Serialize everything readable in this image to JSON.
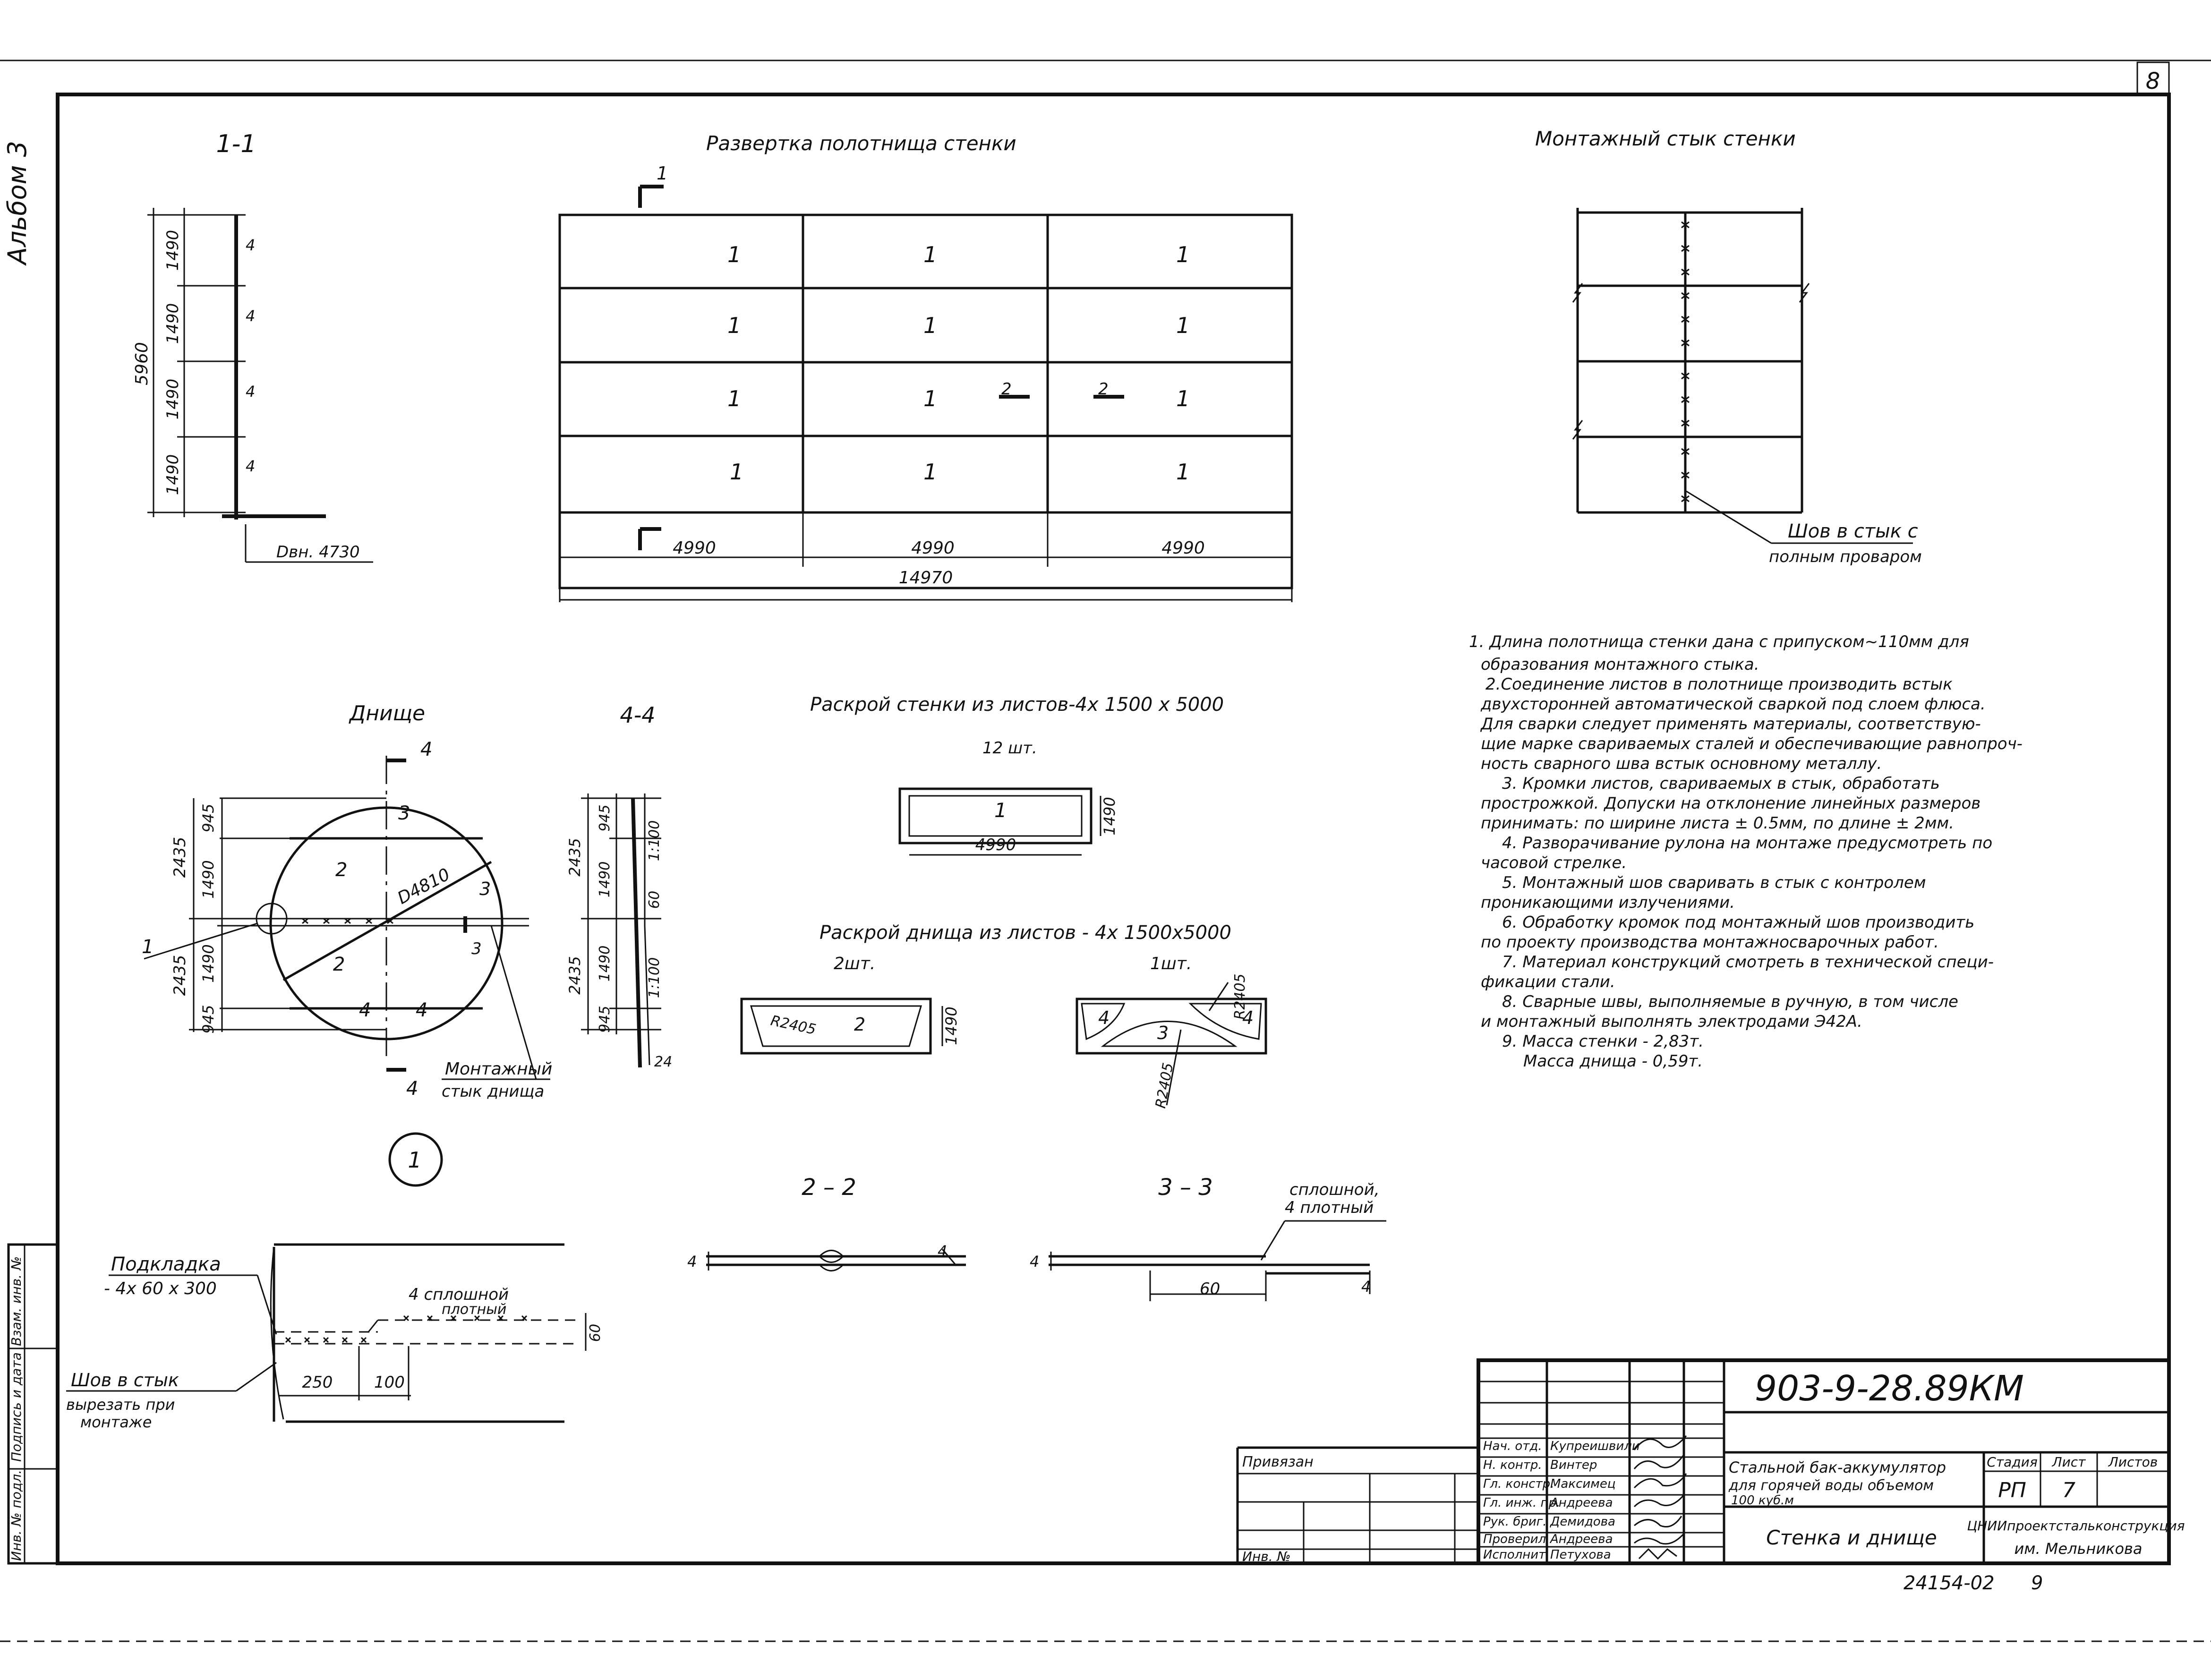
{
  "sheet_number": "8",
  "album_label": "Альбом 3",
  "views": {
    "section_1_1": {
      "title": "1-1",
      "total_height": "5960",
      "course_heights": [
        "1490",
        "1490",
        "1490",
        "1490"
      ],
      "weld_mark": "4",
      "diameter_label": "Dвн. 4730"
    },
    "wall_development": {
      "title": "Развертка полотнища стенки",
      "section_marker": "1",
      "plate_mark": "1",
      "section_2_marker": "2",
      "widths": [
        "4990",
        "4990",
        "4990"
      ],
      "total_length": "14970"
    },
    "assembly_joint": {
      "title": "Монтажный стык стенки",
      "weld_note_line1": "Шов в стык с",
      "weld_note_line2": "полным проваром"
    },
    "bottom": {
      "title": "Днище",
      "section_marker": "4",
      "dims_top": [
        "2435",
        "945",
        "1490"
      ],
      "dims_bottom": [
        "2435",
        "1490",
        "945"
      ],
      "diameter": "D4810",
      "parts": [
        "2",
        "3",
        "2",
        "4",
        "4",
        "3",
        "3"
      ],
      "joint_label_line1": "Монтажный",
      "joint_label_line2": "стык днища",
      "callout_1": "1",
      "section_3_marker": "3"
    },
    "section_4_4": {
      "title": "4-4",
      "dims_top": [
        "2435",
        "945",
        "1490"
      ],
      "dims_bottom": [
        "2435",
        "1490",
        "945"
      ],
      "slope_1": "1:100",
      "slope_2": "1:100",
      "dim_60": "60",
      "dim_24": "24"
    },
    "wall_cutting": {
      "title": "Раскрой стенки из листов-4x 1500 x 5000",
      "count": "12 шт.",
      "plate_mark": "1",
      "width": "4990",
      "height": "1490"
    },
    "bottom_cutting": {
      "title": "Раскрой днища из листов - 4x 1500x5000",
      "count_a": "2шт.",
      "count_b": "1шт.",
      "radius": "R2405",
      "part_a": "2",
      "height": "1490",
      "parts_b": [
        "4",
        "4",
        "3"
      ]
    },
    "node_1": {
      "callout": "1",
      "lining_line1": "Подкладка",
      "lining_line2": "- 4x 60 x 300",
      "weld_line1": "4 сплошной",
      "weld_line2": "плотный",
      "seam_line1": "Шов в стык",
      "seam_line2": "вырезать при",
      "seam_line3": "монтаже",
      "dims": [
        "250",
        "100",
        "60"
      ]
    },
    "section_2_2": {
      "title": "2 – 2",
      "thickness": "4"
    },
    "section_3_3": {
      "title": "3 – 3",
      "weld_line1": "сплошной,",
      "weld_line2": "4 плотный",
      "thickness": "4",
      "dim": "60"
    }
  },
  "notes": [
    "1. Длина полотнища стенки дана с припуском~110мм для",
    "образования монтажного стыка.",
    "2.Соединение листов в полотнище производить встык",
    "двухсторонней автоматической сваркой под слоем флюса.",
    "Для сварки следует применять материалы, соответствую-",
    "щие марке свариваемых сталей и обеспечивающие равнопроч-",
    "ность сварного шва встык основному металлу.",
    "3. Кромки листов, свариваемых в стык, обработать",
    "прострожкой. Допуски на отклонение линейных размеров",
    "принимать: по ширине листа ± 0.5мм, по длине ± 2мм.",
    "4. Разворачивание рулона на монтаже предусмотреть по",
    "часовой стрелке.",
    "5. Монтажный шов сваривать в стык с контролем",
    "проникающими излучениями.",
    "6. Обработку кромок под монтажный шов производить",
    "по проекту производства монтажносварочных работ.",
    "7. Материал конструкций смотреть в технической специ-",
    "фикации стали.",
    "8. Сварные швы, выполняемые в ручную, в том числе",
    "и монтажный выполнять электродами Э42А.",
    "9. Масса стенки - 2,83т.",
    "Масса днища - 0,59т."
  ],
  "left_margin": [
    "Инв. № подл.",
    "Подпись и дата",
    "Взам. инв. №"
  ],
  "title_block": {
    "doc_code": "903-9-28.89КМ",
    "bound_label": "Привязан",
    "inv_label": "Инв. №",
    "roles": [
      "Нач. отд.",
      "Н. контр.",
      "Гл. констр.",
      "Гл. инж. пр.",
      "Рук. бриг.",
      "Проверил",
      "Исполнит."
    ],
    "names": [
      "Купреишвили",
      "Винтер",
      "Максимец",
      "Андреева",
      "Демидова",
      "Андреева",
      "Петухова"
    ],
    "object_line1": "Стальной бак-аккумулятор",
    "object_line2": "для горячей воды объемом",
    "object_line3": "100 куб.м",
    "sheet_title": "Стенка и днище",
    "stage_header": "Стадия",
    "sheet_header": "Лист",
    "sheets_header": "Листов",
    "stage": "РП",
    "sheet": "7",
    "org_line1": "ЦНИИпроектстальконструкция",
    "org_line2": "им. Мельникова",
    "archive_number": "24154-02",
    "archive_sheet": "9"
  }
}
